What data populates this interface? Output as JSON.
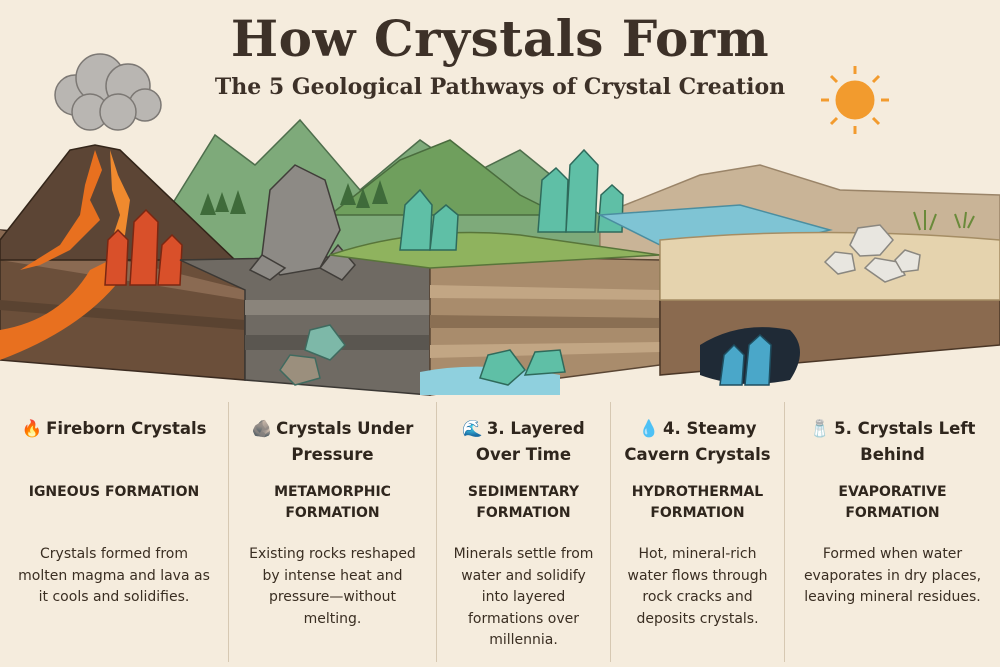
{
  "header": {
    "title": "How Crystals Form",
    "subtitle": "The 5 Geological Pathways of Crystal Creation"
  },
  "colors": {
    "background": "#f5ecdd",
    "lava": "#e8701f",
    "igneous_crystal": "#d9502a",
    "metamorphic_rock": "#8d8a85",
    "sedimentary_crystal": "#5fbfa6",
    "water": "#7fc4d4",
    "hydrothermal_crystal": "#4aa7c9",
    "evaporite": "#e8e6e0",
    "sun": "#f29b2e"
  },
  "pathways": [
    {
      "icon": "fire-icon",
      "emoji": "🔥",
      "title": "Fireborn Crystals",
      "formation": "IGNEOUS FORMATION",
      "description": "Crystals formed from molten magma and lava as it cools and solidifies."
    },
    {
      "icon": "rock-icon",
      "emoji": "🪨",
      "title": "Crystals Under Pressure",
      "formation": "METAMORPHIC FORMATION",
      "description": "Existing rocks reshaped by intense heat and pressure—without melting."
    },
    {
      "icon": "wave-icon",
      "emoji": "🌊",
      "title": "3. Layered Over Time",
      "formation": "SEDIMENTARY FORMATION",
      "description": "Minerals settle from water and solidify into layered formations over millennia."
    },
    {
      "icon": "droplet-icon",
      "emoji": "💧",
      "title": "4. Steamy Cavern Crystals",
      "formation": "HYDROTHERMAL FORMATION",
      "description": "Hot, mineral-rich water flows through rock cracks and deposits crystals."
    },
    {
      "icon": "salt-shaker-icon",
      "emoji": "🧂",
      "title": "5. Crystals Left Behind",
      "formation": "EVAPORATIVE FORMATION",
      "description": "Formed when water evaporates in dry places, leaving mineral residues."
    }
  ]
}
